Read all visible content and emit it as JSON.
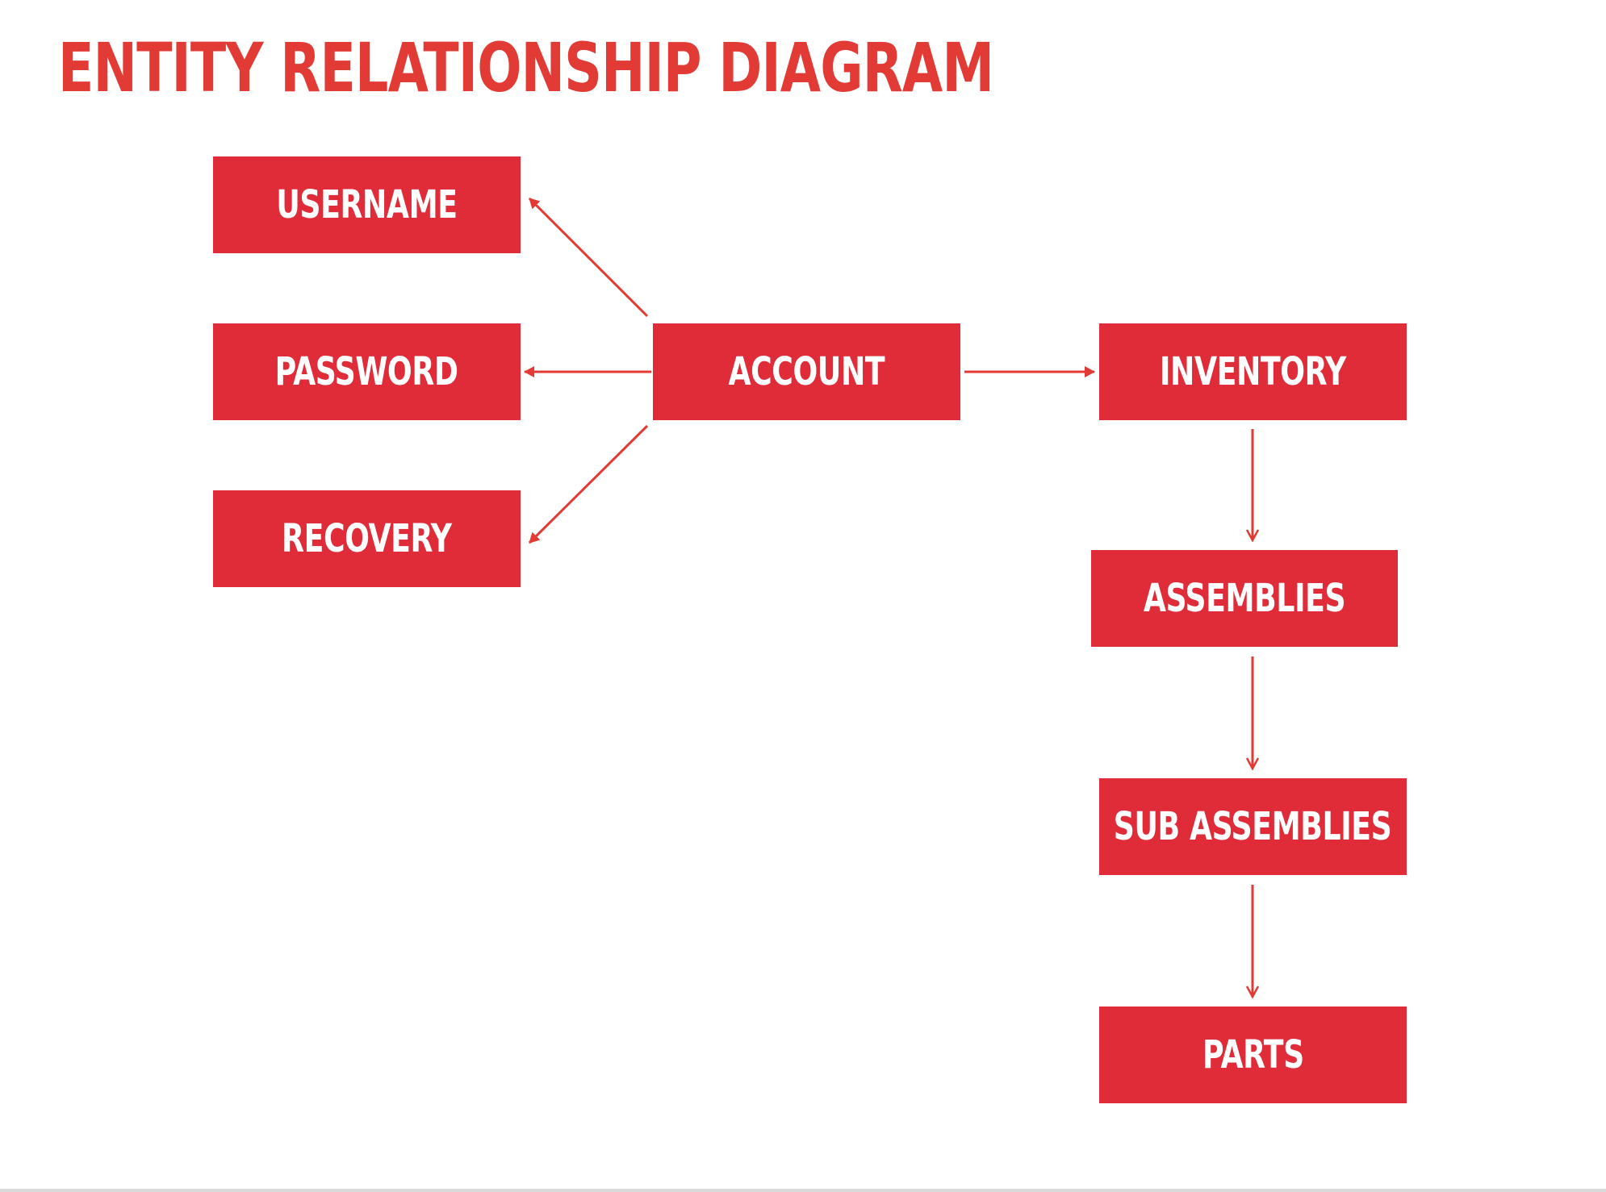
{
  "title": "ENTITY RELATIONSHIP DIAGRAM",
  "colors": {
    "title": "#e23a35",
    "entity_fill": "#e02b38",
    "entity_text": "#ffffff",
    "connector": "#e23a35",
    "background": "#ffffff"
  },
  "entities": {
    "username": "USERNAME",
    "password": "PASSWORD",
    "recovery": "RECOVERY",
    "account": "ACCOUNT",
    "inventory": "INVENTORY",
    "assemblies": "ASSEMBLIES",
    "sub_assemblies": "SUB ASSEMBLIES",
    "parts": "PARTS"
  },
  "relationships": [
    {
      "from": "ACCOUNT",
      "to": "USERNAME"
    },
    {
      "from": "ACCOUNT",
      "to": "PASSWORD"
    },
    {
      "from": "ACCOUNT",
      "to": "RECOVERY"
    },
    {
      "from": "ACCOUNT",
      "to": "INVENTORY"
    },
    {
      "from": "INVENTORY",
      "to": "ASSEMBLIES"
    },
    {
      "from": "ASSEMBLIES",
      "to": "SUB ASSEMBLIES"
    },
    {
      "from": "SUB ASSEMBLIES",
      "to": "PARTS"
    }
  ]
}
